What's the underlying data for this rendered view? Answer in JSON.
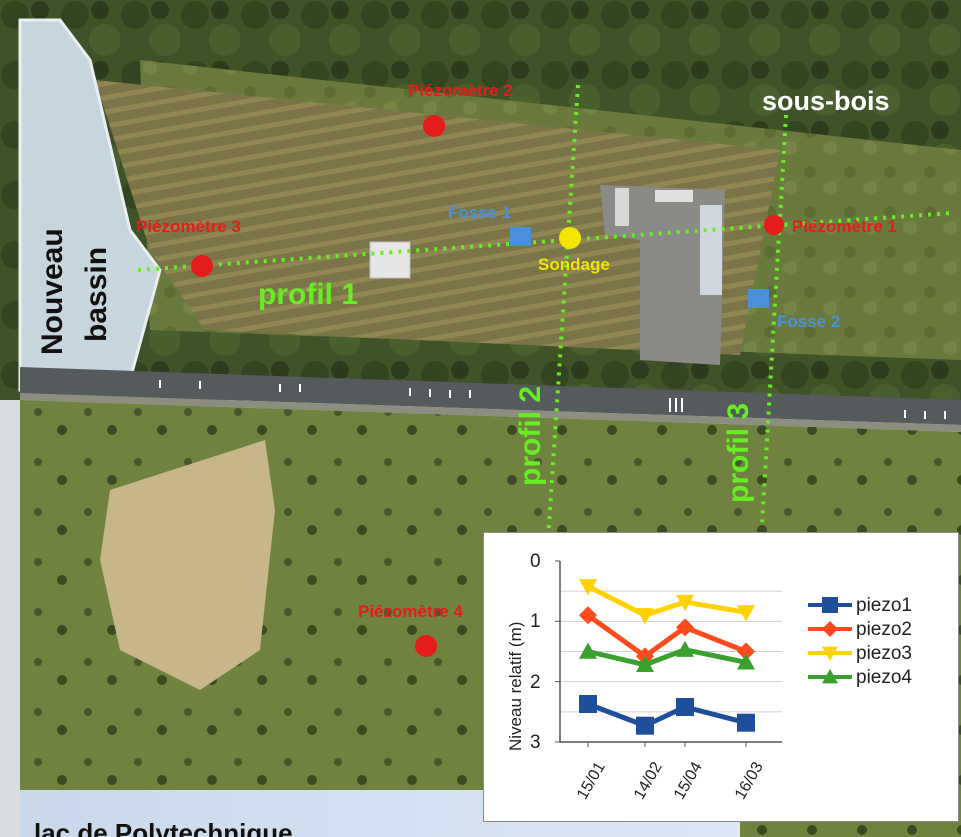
{
  "map": {
    "labels": {
      "sous_bois": "sous-bois",
      "nouveau_bassin_line1": "Nouveau",
      "nouveau_bassin_line2": "bassin",
      "lac": "lac de Polytechnique",
      "piezo1": "Piézomètre 1",
      "piezo2": "Piézomètre 2",
      "piezo3": "Piézomètre 3",
      "piezo4": "Piézomètre 4",
      "fosse1": "Fosse 1",
      "fosse2": "Fosse 2",
      "sondage": "Sondage",
      "profil1": "profil 1",
      "profil2": "profil 2",
      "profil3": "profil 3"
    },
    "colors": {
      "piezometer": "#e51c1c",
      "fosse": "#4a90d9",
      "sondage": "#f2e600",
      "profil": "#66ee22"
    }
  },
  "chart_data": {
    "type": "line",
    "ylabel": "Niveau relatif (m)",
    "y_inverted": true,
    "ylim": [
      3,
      0
    ],
    "yticks": [
      "0",
      "1",
      "2",
      "3"
    ],
    "grid": true,
    "legend_position": "right",
    "categories": [
      "15/01",
      "14/02",
      "15/04",
      "16/03"
    ],
    "series": [
      {
        "name": "piezo1",
        "color": "#1f4e9a",
        "marker": "square",
        "values": [
          2.37,
          2.73,
          2.42,
          2.68
        ]
      },
      {
        "name": "piezo2",
        "color": "#ff4a1c",
        "marker": "diamond",
        "values": [
          0.9,
          1.58,
          1.1,
          1.5
        ]
      },
      {
        "name": "piezo3",
        "color": "#ffd200",
        "marker": "triangle-down",
        "values": [
          0.42,
          0.9,
          0.68,
          0.85
        ]
      },
      {
        "name": "piezo4",
        "color": "#3aa02e",
        "marker": "triangle-up",
        "values": [
          1.5,
          1.72,
          1.47,
          1.68
        ]
      }
    ]
  }
}
